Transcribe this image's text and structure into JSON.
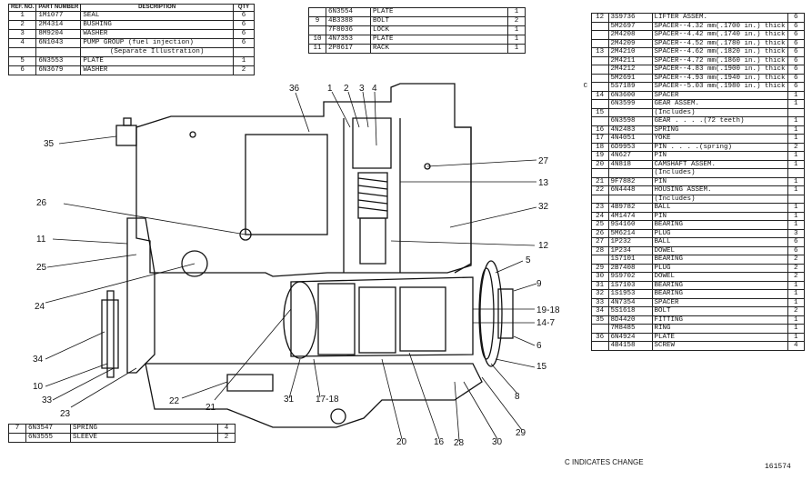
{
  "table_top_left": {
    "headers": {
      "ref": "REF. NO.",
      "part": "PART NUMBER",
      "desc": "DESCRIPTION",
      "qty": "QTY"
    },
    "rows": [
      {
        "ref": "1",
        "part": "1M1077",
        "desc": "SEAL",
        "qty": "6"
      },
      {
        "ref": "2",
        "part": "2M4314",
        "desc": "BUSHING",
        "qty": "6"
      },
      {
        "ref": "3",
        "part": "8M9204",
        "desc": "WASHER",
        "qty": "6"
      },
      {
        "ref": "4",
        "part": "6N1043",
        "desc": "PUMP GROUP    (fuel injection)",
        "qty": "6"
      },
      {
        "ref": "",
        "part": "",
        "desc": "(Separate Illustration)",
        "qty": ""
      },
      {
        "ref": "5",
        "part": "6N3553",
        "desc": "PLATE",
        "qty": "1"
      },
      {
        "ref": "6",
        "part": "6N3679",
        "desc": "WASHER",
        "qty": "2"
      }
    ]
  },
  "table_top_mid": {
    "rows": [
      {
        "ref": "",
        "part": "6N3554",
        "desc": "PLATE",
        "qty": "1"
      },
      {
        "ref": "9",
        "part": "4B3388",
        "desc": "BOLT",
        "qty": "2"
      },
      {
        "ref": "",
        "part": "7F8036",
        "desc": "LOCK",
        "qty": "1"
      },
      {
        "ref": "10",
        "part": "4N7353",
        "desc": "PLATE",
        "qty": "1"
      },
      {
        "ref": "11",
        "part": "2P8617",
        "desc": "RACK",
        "qty": "1"
      }
    ]
  },
  "table_bottom_left": {
    "rows": [
      {
        "ref": "7",
        "part": "6N3547",
        "desc": "SPRING",
        "qty": "4"
      },
      {
        "ref": "",
        "part": "6N3555",
        "desc": "SLEEVE",
        "qty": "2"
      }
    ]
  },
  "table_right": {
    "rows": [
      {
        "c": "",
        "ref": "12",
        "part": "3S9736",
        "desc": "LIFTER ASSEM.",
        "qty": "6"
      },
      {
        "c": "",
        "ref": "",
        "part": "5M2697",
        "desc": "SPACER--4.32 mm(.1700 in.) thick",
        "qty": "6"
      },
      {
        "c": "",
        "ref": "",
        "part": "2M4208",
        "desc": "SPACER--4.42 mm(.1740 in.) thick",
        "qty": "6"
      },
      {
        "c": "",
        "ref": "",
        "part": "2M4209",
        "desc": "SPACER--4.52 mm(.1780 in.) thick",
        "qty": "6"
      },
      {
        "c": "",
        "ref": "13",
        "part": "2M4210",
        "desc": "SPACER--4.62 mm(.1820 in.) thick",
        "qty": "6"
      },
      {
        "c": "",
        "ref": "",
        "part": "2M4211",
        "desc": "SPACER--4.72 mm(.1860 in.) thick",
        "qty": "6"
      },
      {
        "c": "",
        "ref": "",
        "part": "2M4212",
        "desc": "SPACER--4.83 mm(.1900 in.) thick",
        "qty": "6"
      },
      {
        "c": "",
        "ref": "",
        "part": "5M2691",
        "desc": "SPACER--4.93 mm(.1940 in.) thick",
        "qty": "6"
      },
      {
        "c": "C",
        "ref": "",
        "part": "5S7189",
        "desc": "SPACER--5.03 mm(.1980 in.) thick",
        "qty": "6"
      },
      {
        "c": "",
        "ref": "14",
        "part": "6N3600",
        "desc": "SPACER",
        "qty": "1"
      },
      {
        "c": "",
        "ref": "",
        "part": "6N3599",
        "desc": "GEAR ASSEM.",
        "qty": "1"
      },
      {
        "c": "",
        "ref": "15",
        "part": "",
        "desc": "(Includes)",
        "qty": ""
      },
      {
        "c": "",
        "ref": "",
        "part": "6N3598",
        "desc": "GEAR . . . .(72 teeth)",
        "qty": "1"
      },
      {
        "c": "",
        "ref": "16",
        "part": "4N2483",
        "desc": "SPRING",
        "qty": "1"
      },
      {
        "c": "",
        "ref": "17",
        "part": "4N4051",
        "desc": "YOKE",
        "qty": "1"
      },
      {
        "c": "",
        "ref": "18",
        "part": "6D9953",
        "desc": "PIN . . . .(spring)",
        "qty": "2"
      },
      {
        "c": "",
        "ref": "19",
        "part": "4N627",
        "desc": "PIN",
        "qty": "1"
      },
      {
        "c": "",
        "ref": "20",
        "part": "4N818",
        "desc": "CAMSHAFT ASSEM.",
        "qty": "1"
      },
      {
        "c": "",
        "ref": "",
        "part": "",
        "desc": "(Includes)",
        "qty": ""
      },
      {
        "c": "",
        "ref": "21",
        "part": "9F7882",
        "desc": "PIN",
        "qty": "1"
      },
      {
        "c": "",
        "ref": "22",
        "part": "6N4448",
        "desc": "HOUSING ASSEM.",
        "qty": "1"
      },
      {
        "c": "",
        "ref": "",
        "part": "",
        "desc": "(Includes)",
        "qty": ""
      },
      {
        "c": "",
        "ref": "23",
        "part": "4B9782",
        "desc": "BALL",
        "qty": "1"
      },
      {
        "c": "",
        "ref": "24",
        "part": "4M1474",
        "desc": "PIN",
        "qty": "1"
      },
      {
        "c": "",
        "ref": "25",
        "part": "9S4160",
        "desc": "BEARING",
        "qty": "1"
      },
      {
        "c": "",
        "ref": "26",
        "part": "5M6214",
        "desc": "PLUG",
        "qty": "3"
      },
      {
        "c": "",
        "ref": "27",
        "part": "1P232",
        "desc": "BALL",
        "qty": "6"
      },
      {
        "c": "",
        "ref": "28",
        "part": "1P234",
        "desc": "DOWEL",
        "qty": "6"
      },
      {
        "c": "",
        "ref": "",
        "part": "1S7101",
        "desc": "BEARING",
        "qty": "2"
      },
      {
        "c": "",
        "ref": "29",
        "part": "2B7408",
        "desc": "PLUG",
        "qty": "2"
      },
      {
        "c": "",
        "ref": "30",
        "part": "9S9702",
        "desc": "DOWEL",
        "qty": "2"
      },
      {
        "c": "",
        "ref": "31",
        "part": "1S7103",
        "desc": "BEARING",
        "qty": "1"
      },
      {
        "c": "",
        "ref": "32",
        "part": "1S1953",
        "desc": "BEARING",
        "qty": "1"
      },
      {
        "c": "",
        "ref": "33",
        "part": "4N7354",
        "desc": "SPACER",
        "qty": "1"
      },
      {
        "c": "",
        "ref": "34",
        "part": "5S1618",
        "desc": "BOLT",
        "qty": "2"
      },
      {
        "c": "",
        "ref": "35",
        "part": "8D4420",
        "desc": "FITTING",
        "qty": "1"
      },
      {
        "c": "",
        "ref": "",
        "part": "7M8485",
        "desc": "RING",
        "qty": "1"
      },
      {
        "c": "",
        "ref": "36",
        "part": "6N4924",
        "desc": "PLATE",
        "qty": "1"
      },
      {
        "c": "",
        "ref": "",
        "part": "4B4158",
        "desc": "SCREW",
        "qty": "4"
      }
    ]
  },
  "callouts": [
    "36",
    "1",
    "2",
    "3",
    "4",
    "35",
    "27",
    "13",
    "26",
    "32",
    "11",
    "12",
    "25",
    "5",
    "9",
    "24",
    "19-18",
    "14-7",
    "6",
    "34",
    "15",
    "10",
    "33",
    "23",
    "22",
    "21",
    "31",
    "17-18",
    "20",
    "16",
    "28",
    "30",
    "29",
    "8"
  ],
  "footer_note": "C INDICATES CHANGE",
  "figure_number": "161574"
}
